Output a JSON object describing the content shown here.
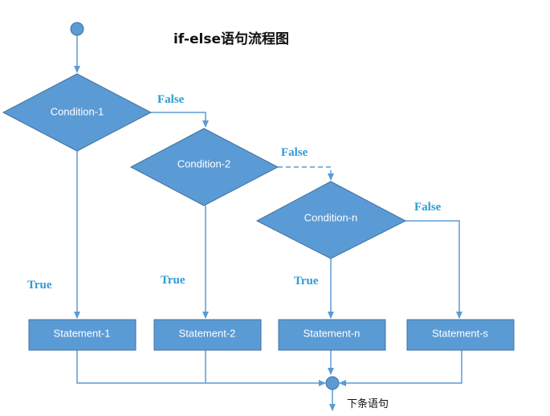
{
  "diagram": {
    "title": "if-else语句流程图",
    "conditions": [
      "Condition-1",
      "Condition-2",
      "Condition-n"
    ],
    "statements": [
      "Statement-1",
      "Statement-2",
      "Statement-n",
      "Statement-s"
    ],
    "labels": {
      "true_label": "True",
      "false_label": "False"
    },
    "next_statement": "下条语句",
    "colors": {
      "shape_fill": "#5b9bd5",
      "shape_stroke": "#41719c",
      "line": "#5b9bd5",
      "label": "#2e9bd6",
      "node_text": "#ffffff"
    }
  }
}
